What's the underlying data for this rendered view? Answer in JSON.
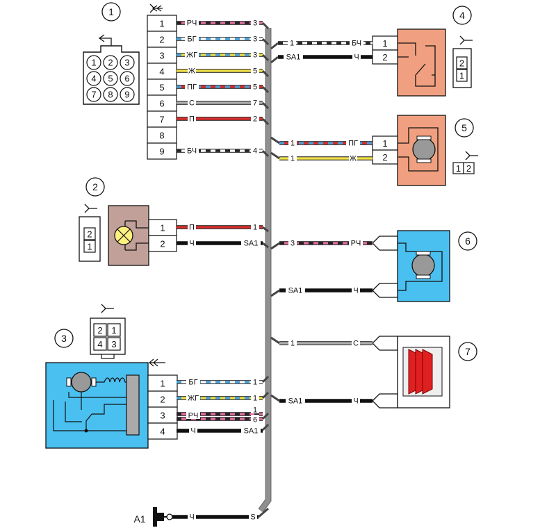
{
  "components": {
    "c1": {
      "num": "1",
      "pins": [
        "1",
        "2",
        "3",
        "4",
        "5",
        "6",
        "7",
        "8",
        "9"
      ]
    },
    "c2": {
      "num": "2",
      "pins": [
        "1",
        "2"
      ],
      "icon_pins": [
        "2",
        "1"
      ]
    },
    "c3": {
      "num": "3",
      "pins": [
        "1",
        "2",
        "3",
        "4"
      ],
      "icon_pins": [
        "2",
        "1",
        "4",
        "3"
      ]
    },
    "c4": {
      "num": "4",
      "pins": [
        "1",
        "2"
      ],
      "icon_pins": [
        "2",
        "1"
      ]
    },
    "c5": {
      "num": "5",
      "pins": [
        "1",
        "2"
      ],
      "icon_pins": [
        "1",
        "2"
      ]
    },
    "c6": {
      "num": "6"
    },
    "c7": {
      "num": "7"
    }
  },
  "c1_connector_icon": [
    "1",
    "2",
    "3",
    "4",
    "5",
    "6",
    "7",
    "8",
    "9"
  ],
  "c1_wires": [
    {
      "color_label": "РЧ",
      "end": "3",
      "c1": "#e070a0",
      "c2": "#222222"
    },
    {
      "color_label": "БГ",
      "end": "3",
      "c1": "#ffffff",
      "c2": "#4aa0d8"
    },
    {
      "color_label": "ЖГ",
      "end": "3",
      "c1": "#f0e04a",
      "c2": "#4aa0d8"
    },
    {
      "color_label": "Ж",
      "end": "5",
      "c1": "#f0e04a",
      "c2": "#f0e04a"
    },
    {
      "color_label": "ПГ",
      "end": "5",
      "c1": "#d83030",
      "c2": "#4aa0d8"
    },
    {
      "color_label": "С",
      "end": "7",
      "c1": "#b0b0b0",
      "c2": "#b0b0b0"
    },
    {
      "color_label": "П",
      "end": "2",
      "c1": "#d83030",
      "c2": "#d83030"
    },
    {
      "color_label": "БЧ",
      "end": "4",
      "c1": "#ffffff",
      "c2": "#222222"
    }
  ],
  "c4_wires": [
    {
      "start": "1",
      "color_label": "БЧ",
      "c1": "#ffffff",
      "c2": "#222222"
    },
    {
      "start": "SA1",
      "color_label": "Ч",
      "c1": "#111111",
      "c2": "#111111"
    }
  ],
  "c5_wires": [
    {
      "start": "1",
      "color_label": "ПГ",
      "c1": "#d83030",
      "c2": "#4aa0d8"
    },
    {
      "start": "1",
      "color_label": "Ж",
      "c1": "#f0e04a",
      "c2": "#f0e04a"
    }
  ],
  "c2_wires": [
    {
      "color_label": "П",
      "end": "1",
      "c1": "#d83030",
      "c2": "#d83030"
    },
    {
      "color_label": "Ч",
      "end": "SA1",
      "c1": "#111111",
      "c2": "#111111"
    }
  ],
  "c6_wires": [
    {
      "start": "3",
      "color_label": "РЧ",
      "c1": "#e070a0",
      "c2": "#222222"
    },
    {
      "start": "SA1",
      "color_label": "Ч",
      "c1": "#111111",
      "c2": "#111111"
    }
  ],
  "c7_wires": [
    {
      "start": "1",
      "color_label": "С",
      "c1": "#b0b0b0",
      "c2": "#b0b0b0"
    },
    {
      "start": "SA1",
      "color_label": "Ч",
      "c1": "#111111",
      "c2": "#111111"
    }
  ],
  "c3_wires": [
    {
      "color_label": "БГ",
      "end": "1",
      "c1": "#ffffff",
      "c2": "#4aa0d8"
    },
    {
      "color_label": "ЖГ",
      "end": "1",
      "c1": "#f0e04a",
      "c2": "#4aa0d8"
    },
    {
      "color_label": "РЧ",
      "end": "6",
      "c1": "#e070a0",
      "c2": "#222222",
      "extra_end": "1"
    },
    {
      "color_label": "Ч",
      "end": "SA1",
      "c1": "#111111",
      "c2": "#111111"
    }
  ],
  "ground": {
    "label": "A1",
    "color_label": "Ч",
    "end": "S"
  },
  "colors": {
    "orange_block": "#f0a080",
    "brown_block": "#c0a098",
    "blue_block": "#4ac0f0",
    "harness": "#909090",
    "lamp": "#fff080",
    "heater_red": "#e02020"
  }
}
